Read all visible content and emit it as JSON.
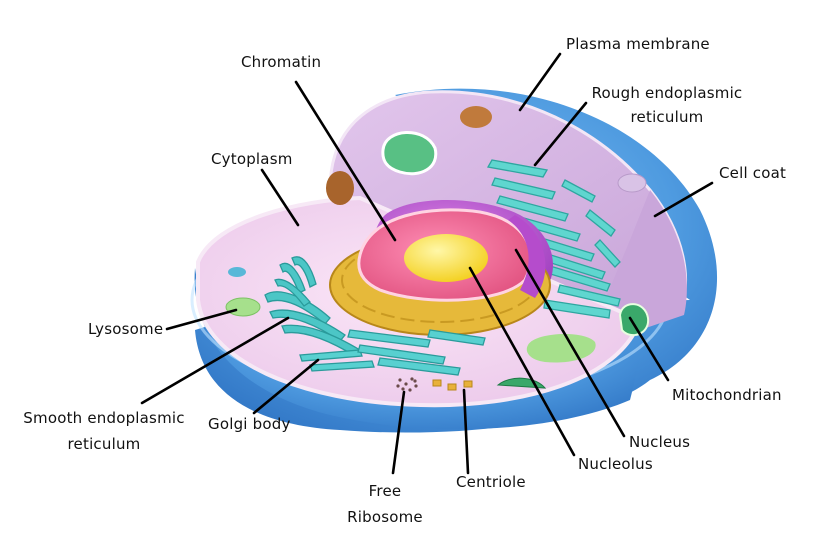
{
  "labels": {
    "chromatin": "Chromatin",
    "plasma_membrane": "Plasma membrane",
    "rough_er_line1": "Rough endoplasmic",
    "rough_er_line2": "reticulum",
    "cytoplasm": "Cytoplasm",
    "cell_coat": "Cell coat",
    "lysosome": "Lysosome",
    "smooth_er_line1": "Smooth endoplasmic",
    "smooth_er_line2": "reticulum",
    "golgi_body": "Golgi body",
    "free_ribosome_line1": "Free",
    "free_ribosome_line2": "Ribosome",
    "centriole": "Centriole",
    "nucleolus": "Nucleolus",
    "nucleus": "Nucleus",
    "mitochondrian": "Mitochondrian"
  },
  "colors": {
    "outer_membrane": "#4f9be0",
    "cytoplasm_floor": "#f0d4ee",
    "back_wall": "#d7b8e2",
    "rough_er": "#5fd6cf",
    "smooth_er": "#4cc6c6",
    "nuclear_envelope": "#e6b93a",
    "nucleus": "#c45ad6",
    "chromatin": "#f06a98",
    "nucleolus": "#ffe24a",
    "lysosome": "#a6e08c",
    "mitochondrion": "#3aa86a",
    "vesicle_brown": "#b8743c"
  }
}
